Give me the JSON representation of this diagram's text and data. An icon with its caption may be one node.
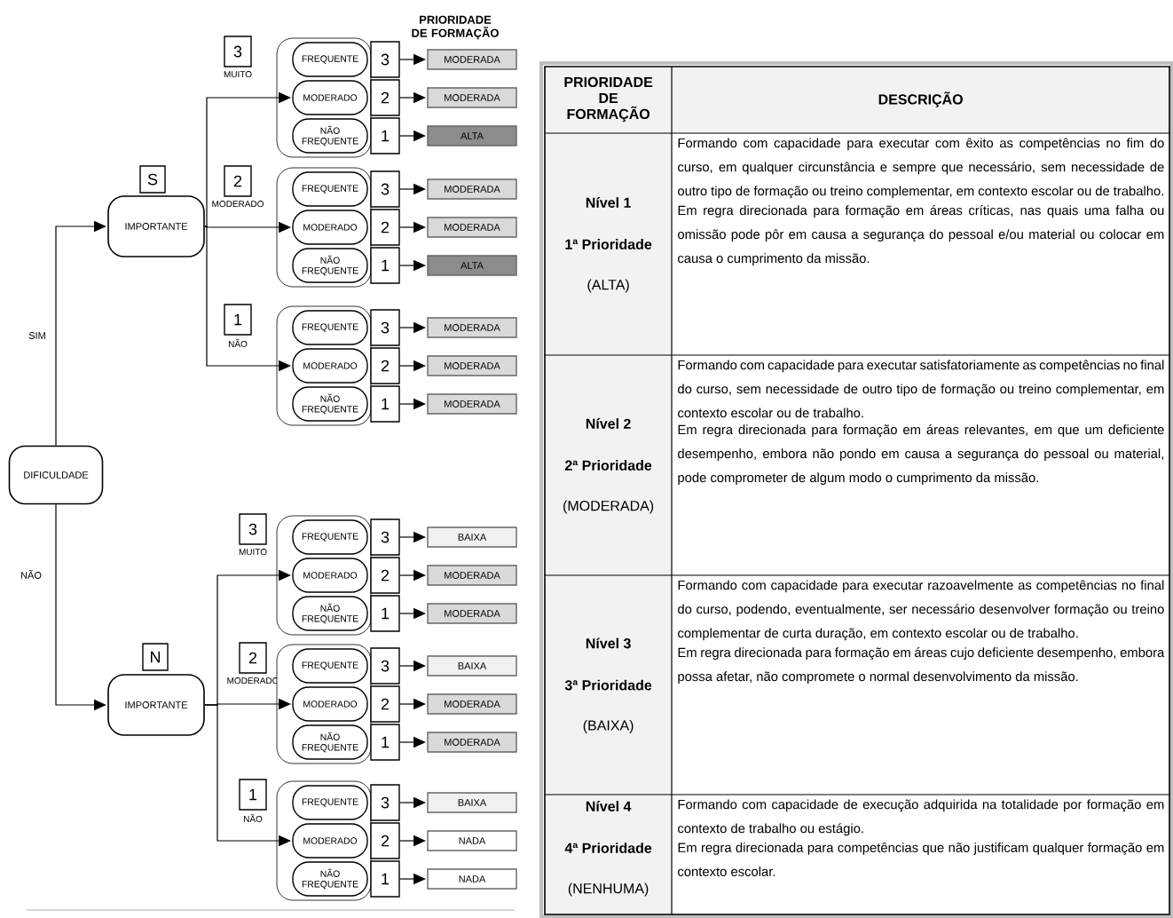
{
  "diagram": {
    "nodes": [
      {
        "text": [
          "DIFICULDADE"
        ]
      },
      {
        "text": [
          "S"
        ]
      },
      {
        "text": [
          "IMPORTANTE"
        ]
      },
      {
        "text": [
          "3"
        ],
        "beside": [
          "MUITO"
        ]
      },
      {
        "text": [],
        "shape": "box"
      },
      {
        "text": [
          "FREQUENTE"
        ],
        "in": 4
      },
      {
        "text": [
          "3"
        ]
      },
      {
        "text": [
          "MODERADA"
        ]
      },
      {
        "text": [
          "MODERADO"
        ],
        "in": 4
      },
      {
        "text": [
          "2"
        ]
      },
      {
        "text": [
          "MODERADA"
        ]
      },
      {
        "text": [
          "NÃO FREQUENTE"
        ],
        "in": 4
      },
      {
        "text": [
          "1"
        ]
      },
      {
        "text": [
          "ALTA"
        ]
      },
      {
        "text": [
          "2"
        ],
        "beside": [
          "MODERADO"
        ]
      },
      {
        "text": [],
        "shape": "box"
      },
      {
        "text": [
          "FREQUENTE"
        ],
        "in": 15
      },
      {
        "text": [
          "3"
        ]
      },
      {
        "text": [
          "MODERADA"
        ]
      },
      {
        "text": [
          "MODERADO"
        ],
        "in": 15
      },
      {
        "text": [
          "2"
        ]
      },
      {
        "text": [
          "MODERADA"
        ]
      },
      {
        "text": [
          "NÃO FREQUENTE"
        ],
        "in": 15
      },
      {
        "text": [
          "1"
        ]
      },
      {
        "text": [
          "ALTA"
        ]
      },
      {
        "text": [
          "1"
        ],
        "beside": [
          "NÃO"
        ]
      },
      {
        "text": [],
        "shape": "box"
      },
      {
        "text": [
          "FREQUENTE"
        ],
        "in": 26
      },
      {
        "text": [
          "3"
        ]
      },
      {
        "text": [
          "MODERADA"
        ]
      },
      {
        "text": [
          "MODERADO"
        ],
        "in": 26
      },
      {
        "text": [
          "2"
        ]
      },
      {
        "text": [
          "MODERADA"
        ]
      },
      {
        "text": [
          "NÃO FREQUENTE"
        ],
        "in": 26
      },
      {
        "text": [
          "1"
        ]
      },
      {
        "text": [
          "MODERADA"
        ]
      },
      {
        "text": [
          "N"
        ]
      },
      {
        "text": [
          "IMPORTANTE"
        ]
      },
      {
        "text": [
          "3"
        ],
        "beside": [
          "MUITO"
        ]
      },
      {
        "text": [],
        "shape": "box"
      },
      {
        "text": [
          "FREQUENTE"
        ],
        "in": 39
      },
      {
        "text": [
          "3"
        ]
      },
      {
        "text": [
          "BAIXA"
        ]
      },
      {
        "text": [
          "MODERADO"
        ],
        "in": 39
      },
      {
        "text": [
          "2"
        ]
      },
      {
        "text": [
          "MODERADA"
        ]
      },
      {
        "text": [
          "NÃO FREQUENTE"
        ],
        "in": 39
      },
      {
        "text": [
          "1"
        ]
      },
      {
        "text": [
          "MODERADA"
        ]
      },
      {
        "text": [
          "2"
        ],
        "beside": [
          "MODERADO"
        ]
      },
      {
        "text": [],
        "shape": "box"
      },
      {
        "text": [
          "FREQUENTE"
        ],
        "in": 50
      },
      {
        "text": [
          "3"
        ]
      },
      {
        "text": [
          "BAIXA"
        ]
      },
      {
        "text": [
          "MODERADO"
        ],
        "in": 50
      },
      {
        "text": [
          "2"
        ]
      },
      {
        "text": [
          "MODERADA"
        ]
      },
      {
        "text": [
          "NÃO FREQUENTE"
        ],
        "in": 50
      },
      {
        "text": [
          "1"
        ]
      },
      {
        "text": [
          "MODERADA"
        ]
      },
      {
        "text": [
          "1"
        ],
        "beside": [
          "NÃO"
        ]
      },
      {
        "text": [],
        "shape": "box"
      },
      {
        "text": [
          "FREQUENTE"
        ],
        "in": 61
      },
      {
        "text": [
          "3"
        ]
      },
      {
        "text": [
          "BAIXA"
        ]
      },
      {
        "text": [
          "MODERADO"
        ],
        "in": 61
      },
      {
        "text": [
          "2"
        ]
      },
      {
        "text": [
          "NADA"
        ]
      },
      {
        "text": [
          "NÃO FREQUENTE"
        ],
        "in": 61
      },
      {
        "text": [
          "1"
        ]
      },
      {
        "text": [
          "NADA"
        ]
      }
    ],
    "edges": [
      {
        "from": 0,
        "to": 2,
        "arrow": "to",
        "label": "SIM"
      },
      {
        "from": 0,
        "to": 37,
        "arrow": "to",
        "label": "NÃO"
      },
      {
        "from": 2,
        "to": 8,
        "arrow": "to"
      },
      {
        "from": 2,
        "to": 19,
        "arrow": "to"
      },
      {
        "from": 2,
        "to": 30,
        "arrow": "to"
      },
      {
        "from": 6,
        "to": 7,
        "arrow": "to"
      },
      {
        "from": 9,
        "to": 10,
        "arrow": "to"
      },
      {
        "from": 12,
        "to": 13,
        "arrow": "to"
      },
      {
        "from": 17,
        "to": 18,
        "arrow": "to"
      },
      {
        "from": 20,
        "to": 21,
        "arrow": "to"
      },
      {
        "from": 23,
        "to": 24,
        "arrow": "to"
      },
      {
        "from": 28,
        "to": 29,
        "arrow": "to"
      },
      {
        "from": 31,
        "to": 32,
        "arrow": "to"
      },
      {
        "from": 34,
        "to": 35,
        "arrow": "to"
      },
      {
        "from": 37,
        "to": 43,
        "arrow": "to"
      },
      {
        "from": 37,
        "to": 54,
        "arrow": "to"
      },
      {
        "from": 37,
        "to": 65,
        "arrow": "to"
      },
      {
        "from": 41,
        "to": 42,
        "arrow": "to"
      },
      {
        "from": 44,
        "to": 45,
        "arrow": "to"
      },
      {
        "from": 47,
        "to": 48,
        "arrow": "to"
      },
      {
        "from": 52,
        "to": 53,
        "arrow": "to"
      },
      {
        "from": 55,
        "to": 56,
        "arrow": "to"
      },
      {
        "from": 58,
        "to": 59,
        "arrow": "to"
      },
      {
        "from": 63,
        "to": 64,
        "arrow": "to"
      },
      {
        "from": 66,
        "to": 67,
        "arrow": "to"
      },
      {
        "from": 69,
        "to": 70,
        "arrow": "to"
      }
    ],
    "labels": [
      "PRIORIDADE DE FORMAÇÃO",
      "PRIORIDADE DE FORMAÇÃO",
      "DESCRIÇÃO",
      "Nível 1",
      "1ª Prioridade",
      "(ALTA)",
      "Formando com capacidade para executar com êxito as competências no fim do curso, em qualquer circunstância e sempre que necessário, sem necessidade de outro tipo de formação ou treino complementar, em contexto escolar ou de trabalho.",
      "Em regra direcionada para formação em áreas críticas, nas quais uma falha ou omissão pode pôr em causa a segurança do pessoal e/ou material ou colocar em causa o cumprimento da missão.",
      "Nível 2",
      "2ª Prioridade",
      "(MODERADA)",
      "Formando com capacidade para executar satisfatoriamente as competências no final do curso, sem necessidade de outro tipo de formação ou treino complementar, em contexto escolar ou de trabalho.",
      "Em regra direcionada para formação em áreas relevantes, em que um deficiente desempenho, embora não pondo em causa a segurança do pessoal ou material, pode comprometer de algum modo o cumprimento da missão.",
      "Nível 3",
      "3ª Prioridade",
      "(BAIXA)",
      "Formando com capacidade para executar razoavelmente as competências no final do curso, podendo, eventualmente, ser necessário desenvolver formação ou treino complementar de curta duração, em contexto escolar ou de trabalho.",
      "Em regra direcionada para formação em áreas cujo deficiente desempenho, embora possa afetar, não compromete o normal desenvolvimento da missão.",
      "Nível 4",
      "4ª Prioridade",
      "(NENHUMA)",
      "Formando com capacidade de execução adquirida na totalidade por formação em contexto de trabalho ou estágio.",
      "Em regra direcionada para competências que não justificam qualquer formação em contexto escolar."
    ]
  }
}
